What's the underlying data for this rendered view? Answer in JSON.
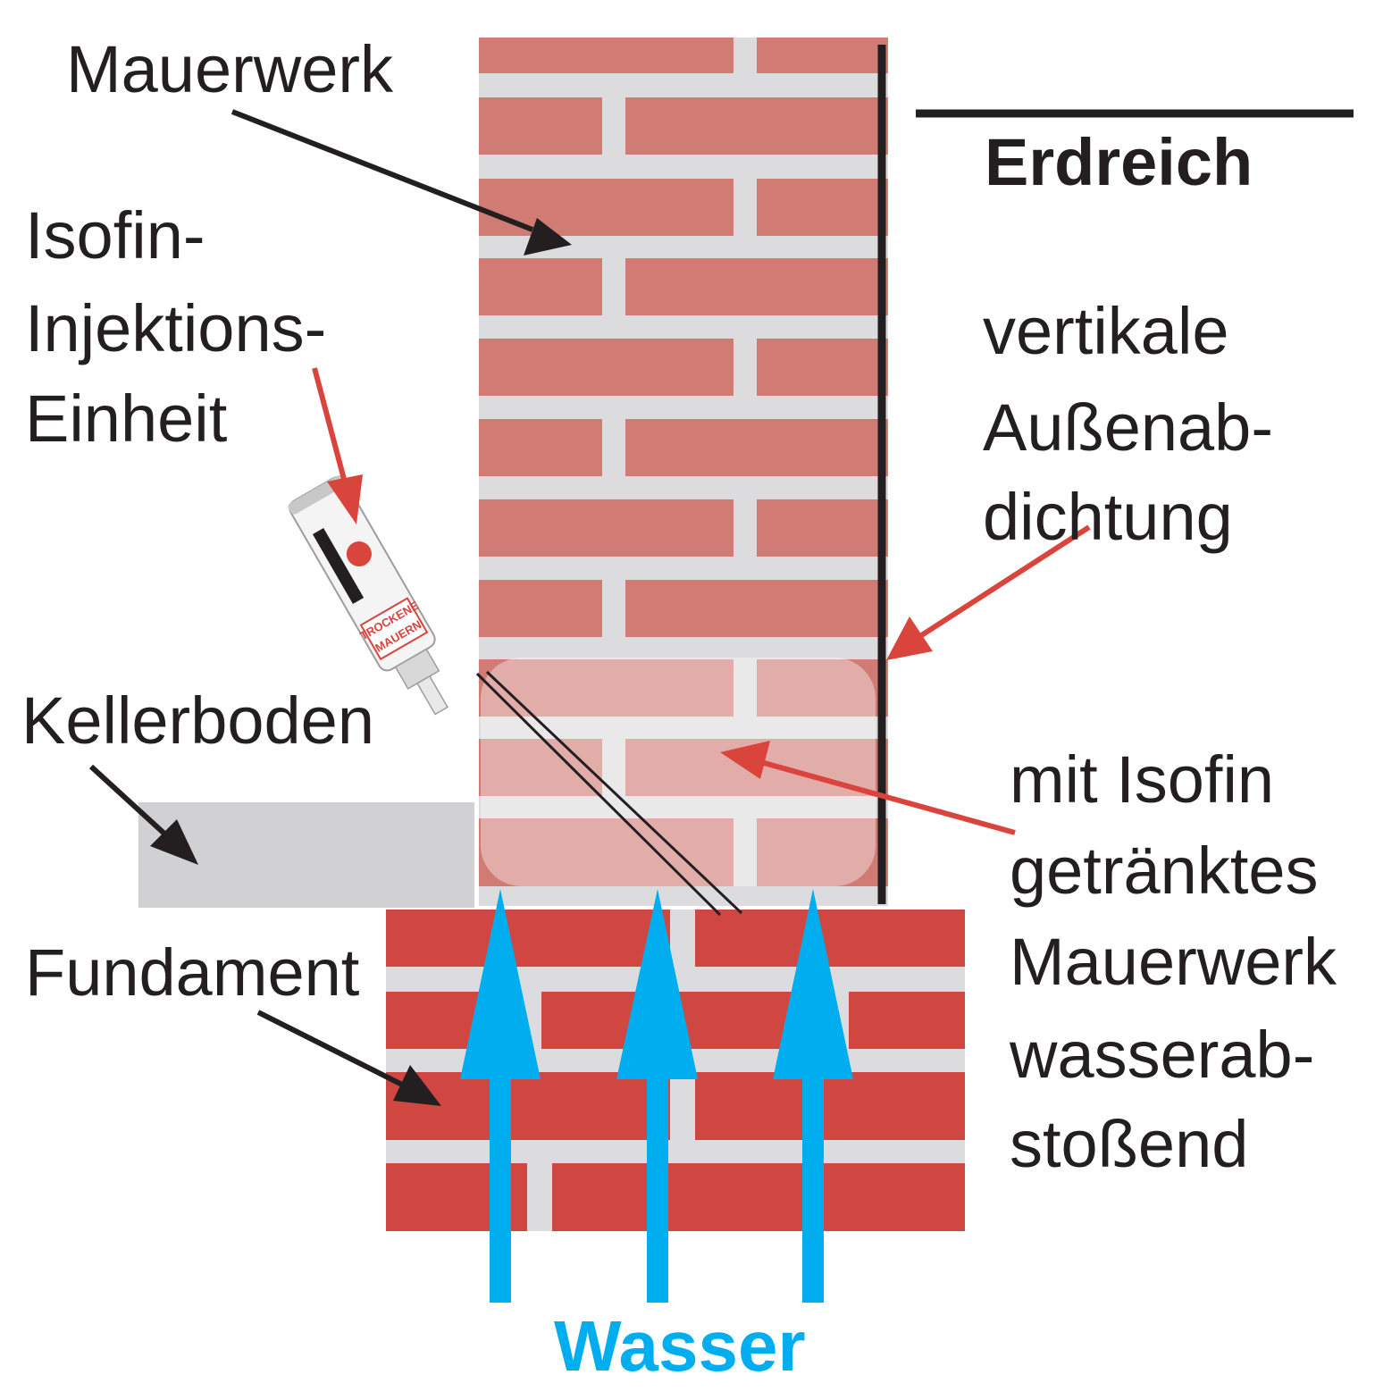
{
  "labels": {
    "mauerwerk": "Mauerwerk",
    "erdreich": "Erdreich",
    "isofin_line1": "Isofin-",
    "isofin_line2": "Injektions-",
    "isofin_line3": "Einheit",
    "vertikal_line1": "vertikale",
    "vertikal_line2": "Außenab-",
    "vertikal_line3": "dichtung",
    "kellerboden": "Kellerboden",
    "fundament": "Fundament",
    "getraenkt_line1": "mit Isofin",
    "getraenkt_line2": "getränktes",
    "getraenkt_line3": "Mauerwerk",
    "getraenkt_line4": "wasserab-",
    "getraenkt_line5": "stoßend",
    "wasser": "Wasser"
  },
  "tube": {
    "label_line1": "TROCKENE",
    "label_line2": "MAUERN"
  },
  "colors": {
    "wall_brick": "#d07b74",
    "impregnated_zone": "#e0aeaa",
    "foundation_brick": "#cf4740",
    "mortar": "#dcdcde",
    "floor": "#d1d1d3",
    "membrane": "#231f20",
    "water_arrow": "#00aeef",
    "red_pointer": "#d9443d",
    "black_pointer": "#231f20"
  },
  "icons": {
    "injection_unit": "cartridge-tube-icon",
    "water_flow": "up-arrow-icon"
  }
}
